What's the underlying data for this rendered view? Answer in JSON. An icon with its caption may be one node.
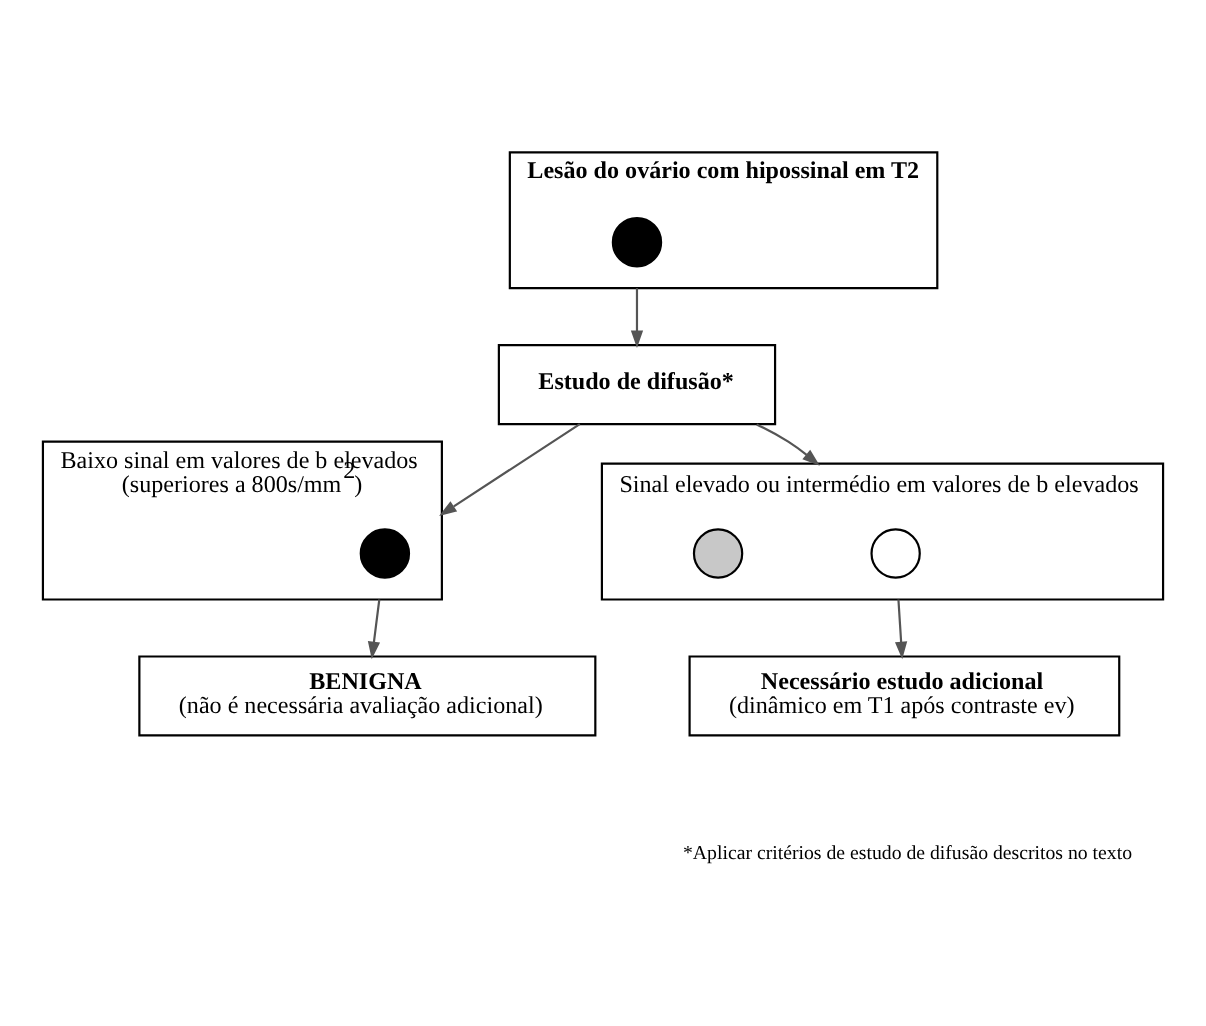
{
  "diagram": {
    "nodes": [
      {
        "text": [
          "Lesão do ovário com hipossinal em T2"
        ]
      },
      {
        "text": [],
        "shape": "circle",
        "in": 0
      },
      {
        "text": [
          "Estudo de difusão*"
        ]
      },
      {
        "text": [
          "Baixo sinal em valores de b elevados",
          "(superiores a 800s/mm$^{2}$)"
        ]
      },
      {
        "text": [],
        "shape": "circle",
        "in": 3
      },
      {
        "text": [
          "Sinal elevado ou intermédio em valores de b elevados"
        ]
      },
      {
        "text": [],
        "shape": "circle",
        "in": 5
      },
      {
        "text": [],
        "shape": "circle",
        "in": 5
      },
      {
        "text": [
          "BENIGNA",
          "(não é necessária avaliação adicional)"
        ]
      },
      {
        "text": [
          "Necessário estudo adicional",
          "(dinâmico em T1 após contraste ev)"
        ]
      }
    ],
    "edges": [
      {
        "from": 0,
        "to": 2,
        "arrow": "to"
      },
      {
        "from": 2,
        "to": 3,
        "arrow": "to"
      },
      {
        "from": 2,
        "to": 5,
        "arrow": "to"
      },
      {
        "from": 3,
        "to": 8,
        "arrow": "to"
      },
      {
        "from": 5,
        "to": 9,
        "arrow": "to"
      }
    ],
    "labels": [
      "*Aplicar critérios de estudo de difusão descritos no texto"
    ]
  }
}
